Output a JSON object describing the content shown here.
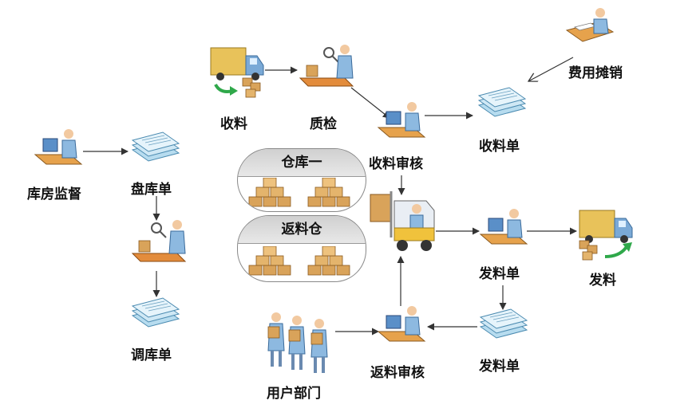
{
  "nodes": {
    "receive": "收料",
    "inspect": "质检",
    "receive_review": "收料审核",
    "receive_slip": "收料单",
    "expense_amortization": "费用摊销",
    "warehouse_supervision": "库房监督",
    "stocktake_slip": "盘库单",
    "transfer_slip": "调库单",
    "issue_slip_top": "发料单",
    "issue": "发料",
    "issue_slip_bottom": "发料单",
    "return_review": "返料审核",
    "user_department": "用户部门"
  },
  "warehouses": {
    "warehouse_one": "仓库一",
    "return_warehouse": "返料仓"
  },
  "colors": {
    "arrow": "#333333",
    "box": "#d9a35a",
    "truck": "#e8c25a",
    "person": "#8db9e0",
    "conveyor": "#e38c3c"
  }
}
